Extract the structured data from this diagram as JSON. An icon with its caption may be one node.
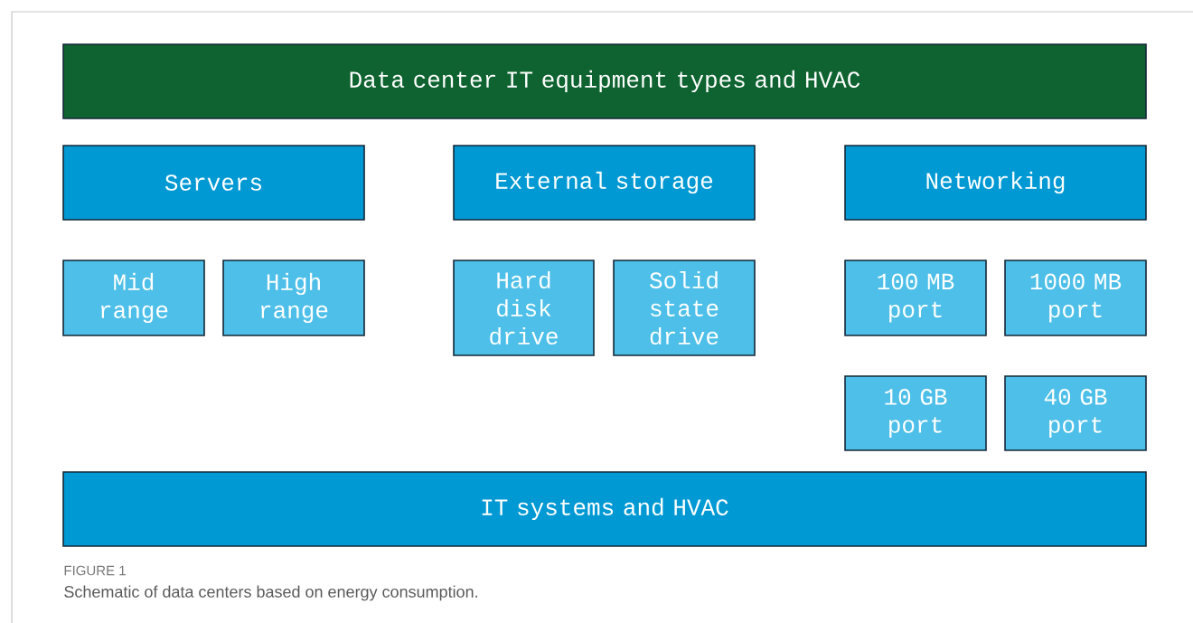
{
  "diagram": {
    "caption": "Schematic of data centers based on energy consumption.",
    "nodes": [
      {
        "text": [
          "Data center IT equipment types and HVAC"
        ]
      },
      {
        "text": [
          "Servers"
        ]
      },
      {
        "text": [
          "External storage"
        ]
      },
      {
        "text": [
          "Networking"
        ]
      },
      {
        "text": [
          "Mid range"
        ]
      },
      {
        "text": [
          "High range"
        ]
      },
      {
        "text": [
          "Hard disk drive"
        ]
      },
      {
        "text": [
          "Solid state drive"
        ]
      },
      {
        "text": [
          "100 MB port"
        ]
      },
      {
        "text": [
          "1000 MB port"
        ]
      },
      {
        "text": [
          "10 GB port"
        ]
      },
      {
        "text": [
          "40 GB port"
        ]
      },
      {
        "text": [
          "IT systems and HVAC"
        ]
      }
    ],
    "labels": [
      "FIGURE 1"
    ]
  }
}
